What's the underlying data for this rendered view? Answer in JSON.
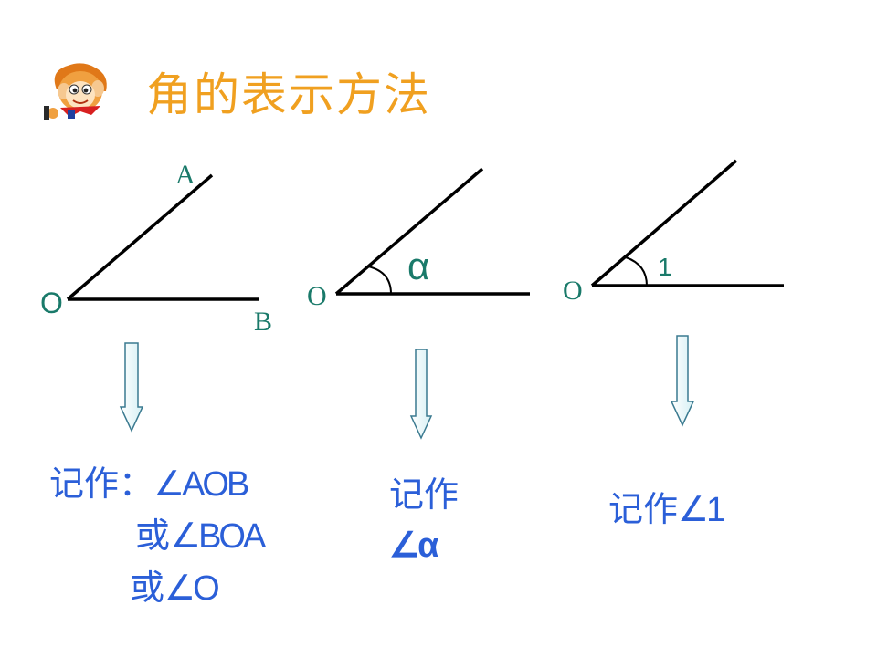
{
  "title": "角的表示方法",
  "icons": {
    "mascot": "monkey-mascot-icon"
  },
  "colors": {
    "title": "#f0a020",
    "notation": "#2b5fd8",
    "label_teal": "#1a7a6a",
    "arrow": "#e8f6f8"
  },
  "angle1": {
    "vertex": "O",
    "point_a": "A",
    "point_b": "B"
  },
  "angle2": {
    "vertex": "O",
    "mark": "α"
  },
  "angle3": {
    "vertex": "O",
    "mark": "1"
  },
  "notes": {
    "n1": {
      "prefix": "记作：",
      "line1_sym": "∠AOB",
      "line2_prefix": "或",
      "line2_sym": "∠BOA",
      "line3_prefix": "或",
      "line3_sym": "∠O"
    },
    "n2": {
      "line1": "记作",
      "line2_sym": "∠α"
    },
    "n3": {
      "prefix": "记作",
      "sym": "∠1"
    }
  }
}
